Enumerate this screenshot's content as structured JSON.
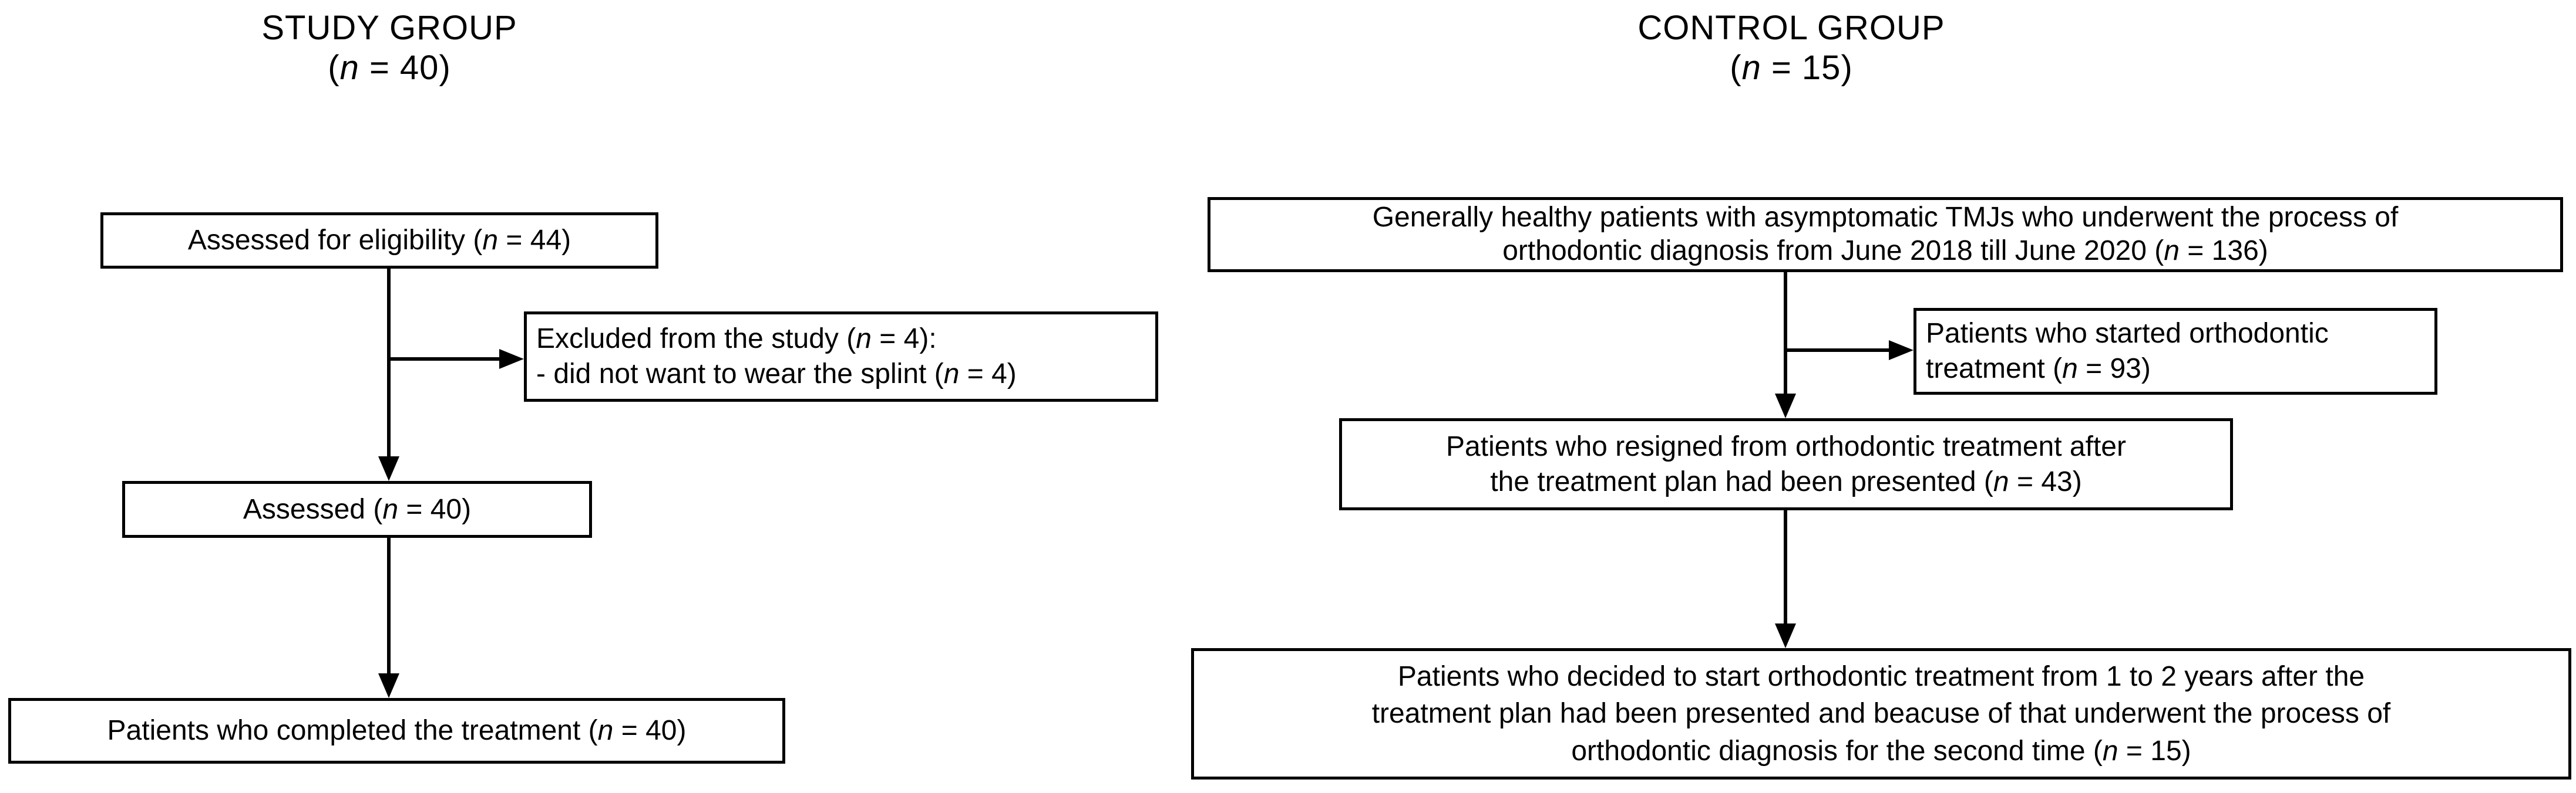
{
  "colors": {
    "ink": "#000000",
    "background": "#ffffff"
  },
  "study": {
    "title": {
      "lines": [
        [
          {
            "t": "STUDY GROUP"
          }
        ],
        [
          {
            "t": "("
          },
          {
            "t": "n",
            "i": true
          },
          {
            "t": " = 40)"
          }
        ]
      ]
    },
    "eligibility": {
      "lines": [
        [
          {
            "t": "Assessed for eligibility ("
          },
          {
            "t": "n",
            "i": true
          },
          {
            "t": " = 44)"
          }
        ]
      ]
    },
    "excluded": {
      "lines": [
        [
          {
            "t": "Excluded from the study ("
          },
          {
            "t": "n",
            "i": true
          },
          {
            "t": " = 4):"
          }
        ],
        [
          {
            "t": "- did not want to wear the splint ("
          },
          {
            "t": "n",
            "i": true
          },
          {
            "t": " = 4)"
          }
        ]
      ]
    },
    "assessed": {
      "lines": [
        [
          {
            "t": "Assessed ("
          },
          {
            "t": "n",
            "i": true
          },
          {
            "t": " = 40)"
          }
        ]
      ]
    },
    "completed": {
      "lines": [
        [
          {
            "t": "Patients who completed the treatment ("
          },
          {
            "t": "n",
            "i": true
          },
          {
            "t": " = 40)"
          }
        ]
      ]
    }
  },
  "control": {
    "title": {
      "lines": [
        [
          {
            "t": "CONTROL GROUP"
          }
        ],
        [
          {
            "t": "("
          },
          {
            "t": "n",
            "i": true
          },
          {
            "t": " = 15)"
          }
        ]
      ]
    },
    "healthy": {
      "lines": [
        [
          {
            "t": "Generally healthy patients with asymptomatic TMJs who underwent the process of"
          }
        ],
        [
          {
            "t": "orthodontic diagnosis from June 2018 till June 2020 ("
          },
          {
            "t": "n",
            "i": true
          },
          {
            "t": " = 136)"
          }
        ]
      ]
    },
    "started": {
      "lines": [
        [
          {
            "t": "Patients who started orthodontic"
          }
        ],
        [
          {
            "t": "treatment ("
          },
          {
            "t": "n",
            "i": true
          },
          {
            "t": " = 93)"
          }
        ]
      ]
    },
    "resigned": {
      "lines": [
        [
          {
            "t": "Patients who resigned from orthodontic treatment after"
          }
        ],
        [
          {
            "t": "the treatment plan had been presented ("
          },
          {
            "t": "n",
            "i": true
          },
          {
            "t": " = 43)"
          }
        ]
      ]
    },
    "decided": {
      "lines": [
        [
          {
            "t": "Patients who decided to start orthodontic treatment from 1 to 2 years after the"
          }
        ],
        [
          {
            "t": "treatment plan had been presented and beacuse of that underwent the process of"
          }
        ],
        [
          {
            "t": "orthodontic diagnosis for the second time ("
          },
          {
            "t": "n",
            "i": true
          },
          {
            "t": " = 15)"
          }
        ]
      ]
    }
  }
}
